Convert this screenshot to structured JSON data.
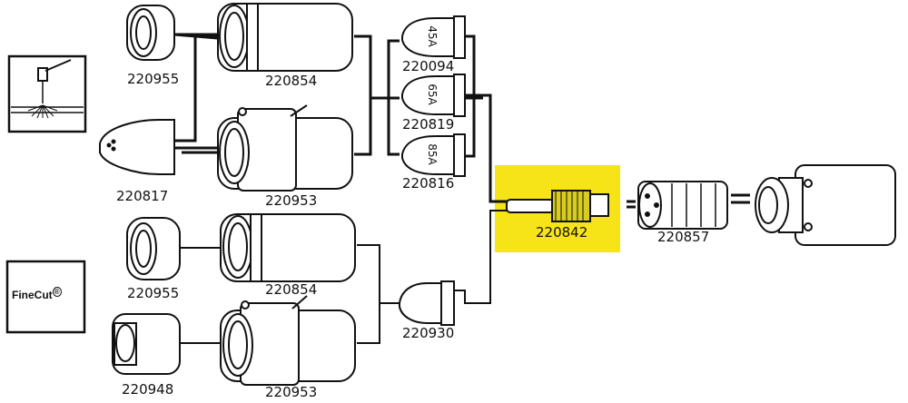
{
  "highlight_color": "#f6e318",
  "mode_icons": {
    "cutting": "plasma-cutting-icon",
    "finecut": "FineCut",
    "finecut_mark": "®"
  },
  "parts": {
    "shield_cap_a": "220955",
    "shield_cap_b": "220817",
    "retaining_cap_a": "220854",
    "retaining_cap_b": "220953",
    "nozzle_45a": "220094",
    "nozzle_65a": "220819",
    "nozzle_85a": "220816",
    "nozzle_45a_rating": "45A",
    "nozzle_65a_rating": "65A",
    "nozzle_85a_rating": "85A",
    "shield_cap_c": "220955",
    "shield_cap_d": "220948",
    "retaining_cap_c": "220854",
    "retaining_cap_d": "220953",
    "finecut_nozzle": "220930",
    "electrode": "220842",
    "swirl_ring": "220857"
  }
}
